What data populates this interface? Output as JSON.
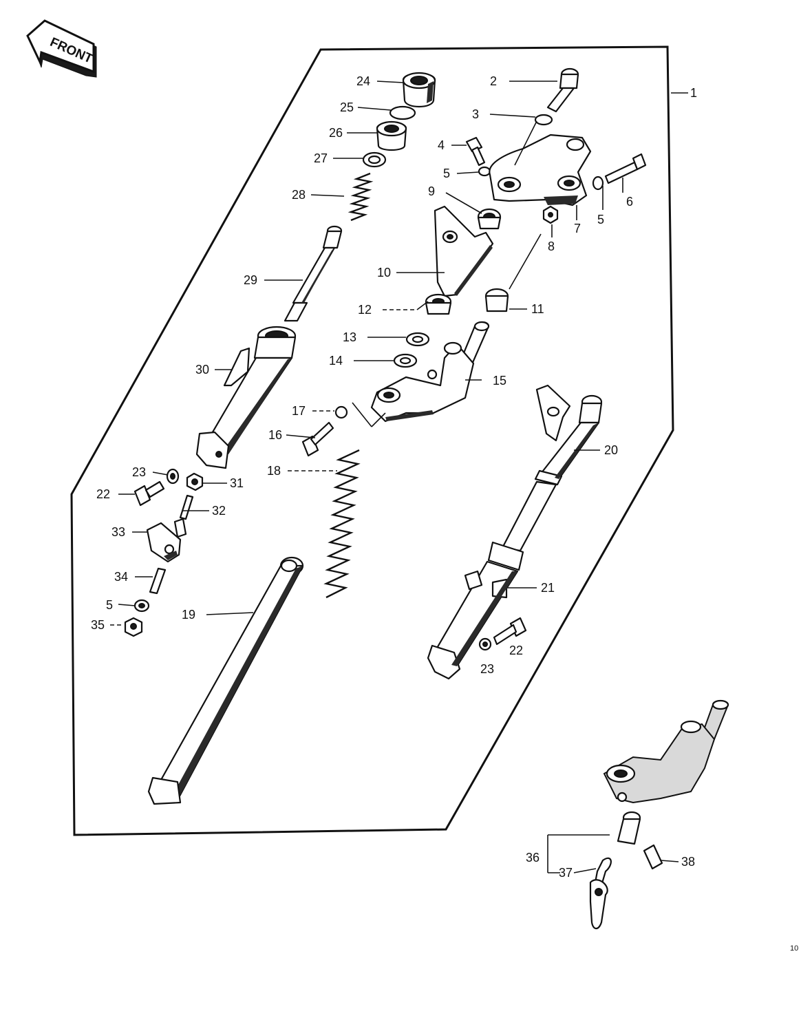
{
  "direction_badge": {
    "label": "FRONT"
  },
  "page_ref": "10",
  "callouts": {
    "c1": "1",
    "c2": "2",
    "c3": "3",
    "c4": "4",
    "c5a": "5",
    "c5b": "5",
    "c5c": "5",
    "c6": "6",
    "c7": "7",
    "c8": "8",
    "c9": "9",
    "c10": "10",
    "c11": "11",
    "c12": "12",
    "c13": "13",
    "c14": "14",
    "c15": "15",
    "c16": "16",
    "c17": "17",
    "c18": "18",
    "c19": "19",
    "c20": "20",
    "c21": "21",
    "c22a": "22",
    "c22b": "22",
    "c23a": "23",
    "c23b": "23",
    "c24": "24",
    "c25": "25",
    "c26": "26",
    "c27": "27",
    "c28": "28",
    "c29": "29",
    "c30": "30",
    "c31": "31",
    "c32": "32",
    "c33": "33",
    "c34": "34",
    "c35": "35",
    "c36": "36",
    "c37": "37",
    "c38": "38"
  }
}
